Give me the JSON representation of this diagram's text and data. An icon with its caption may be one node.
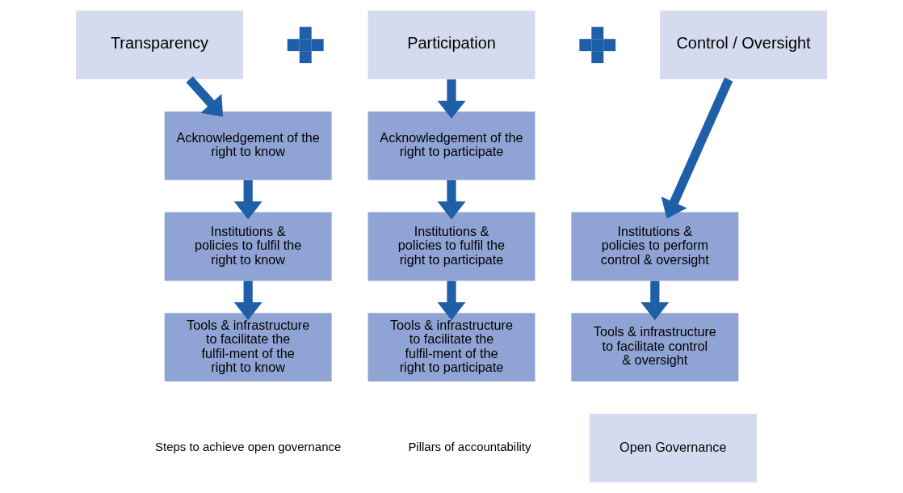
{
  "diagram": {
    "nodes": [
      {
        "text": [
          "Transparency"
        ]
      },
      {
        "text": [],
        "shape": "plus"
      },
      {
        "text": [
          "Participation"
        ]
      },
      {
        "text": [],
        "shape": "plus"
      },
      {
        "text": [
          "Control / Oversight"
        ]
      },
      {
        "text": [
          "Acknowledgement of the right to know"
        ]
      },
      {
        "text": [
          "Acknowledgement of the right to participate"
        ]
      },
      {
        "text": [
          "Institutions & policies to fulfil the right to know"
        ]
      },
      {
        "text": [
          "Institutions & policies to fulfil the right to participate"
        ]
      },
      {
        "text": [
          "Institutions & policies to perform control & oversight"
        ]
      },
      {
        "text": [
          "Tools & infrastructure to facilitate the fulfil-ment of the right to know"
        ]
      },
      {
        "text": [
          "Tools & infrastructure to facilitate the fulfil-ment of the right to participate"
        ]
      },
      {
        "text": [
          "Tools & infrastructure to facilitate control & oversight"
        ]
      },
      {
        "text": [
          "Open Governance"
        ]
      }
    ],
    "edges": [
      {
        "from": 0,
        "to": 5,
        "arrow": "to"
      },
      {
        "from": 5,
        "to": 7,
        "arrow": "to"
      },
      {
        "from": 7,
        "to": 10,
        "arrow": "to"
      },
      {
        "from": 2,
        "to": 6,
        "arrow": "to"
      },
      {
        "from": 6,
        "to": 8,
        "arrow": "to"
      },
      {
        "from": 8,
        "to": 11,
        "arrow": "to"
      },
      {
        "from": 4,
        "to": 9,
        "arrow": "to"
      },
      {
        "from": 9,
        "to": 12,
        "arrow": "to"
      }
    ],
    "labels": [
      "Steps to achieve open governance",
      "Pillars of accountability"
    ]
  }
}
